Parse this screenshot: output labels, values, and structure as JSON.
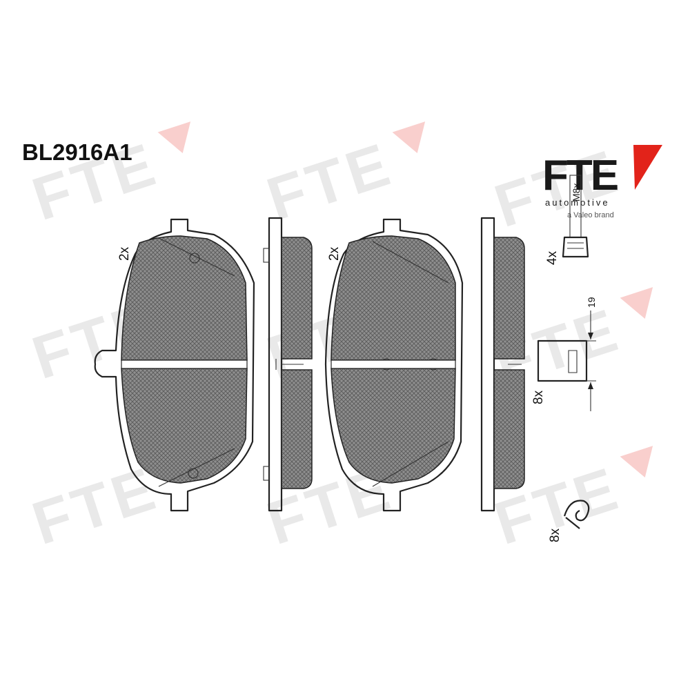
{
  "title": {
    "part_number": "BL2916A1"
  },
  "logo": {
    "brand": "FTE",
    "subtitle": "automotive",
    "tagline": "a Valeo brand",
    "accent_color": "#e2231a"
  },
  "watermark": {
    "text": "FTE",
    "color": "#e2231a"
  },
  "pads": {
    "left_quantity": "2x",
    "right_quantity": "2x"
  },
  "accessories": {
    "bolt_quantity": "4x",
    "bolt_size": "M8x",
    "wear_sensor_quantity": "8x",
    "wear_sensor_dimension": "19",
    "spring_clip_quantity": "8x"
  }
}
